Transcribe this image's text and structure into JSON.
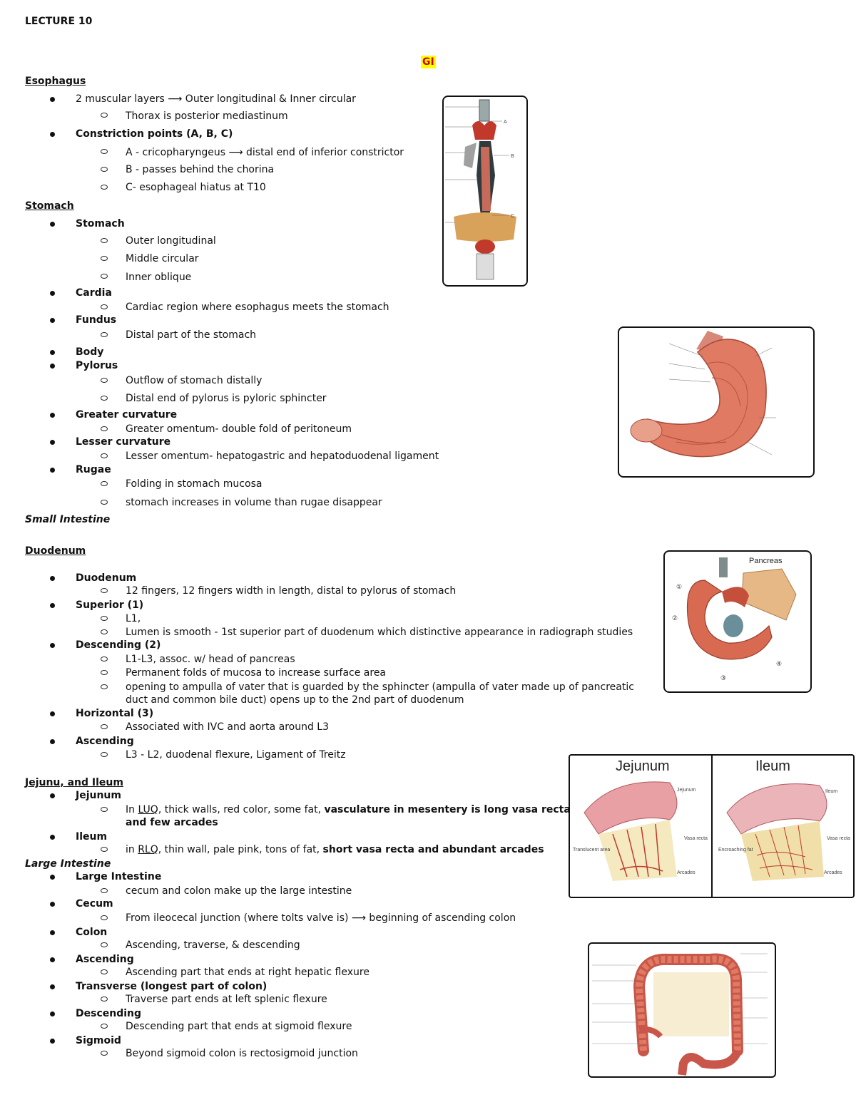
{
  "header": {
    "lecture": "LECTURE 10",
    "topic": "GI"
  },
  "sections": {
    "esophagus": {
      "title": "Esophagus",
      "b1": "2 muscular layers ⟶ Outer longitudinal & Inner circular",
      "b1s1": "Thorax is posterior mediastinum",
      "b2": "Constriction points (A, B, C)",
      "b2s1": "A - cricopharyngeus ⟶ distal end of inferior constrictor",
      "b2s2": "B - passes behind the chorina",
      "b2s3": "C- esophageal hiatus at T10"
    },
    "stomach": {
      "title": "Stomach",
      "stomach": "Stomach",
      "s1": "Outer longitudinal",
      "s2": "Middle circular",
      "s3": "Inner oblique",
      "cardia": "Cardia",
      "cardia1": "Cardiac region where esophagus meets the stomach",
      "fundus": "Fundus",
      "fundus1": "Distal part of the stomach",
      "body": "Body",
      "pylorus": "Pylorus",
      "pylorus1": "Outflow of stomach distally",
      "pylorus2": "Distal end of pylorus is pyloric sphincter",
      "greater": "Greater curvature",
      "greater1": "Greater omentum- double fold of peritoneum",
      "lesser": "Lesser curvature",
      "lesser1": "Lesser omentum- hepatogastric and hepatoduodenal ligament",
      "rugae": "Rugae",
      "rugae1": "Folding in stomach mucosa",
      "rugae2": "stomach increases in volume than rugae disappear"
    },
    "small_intestine": {
      "title": "Small Intestine"
    },
    "duodenum": {
      "title": "Duodenum",
      "duodenum": "Duodenum",
      "duodenum1": "12 fingers, 12 fingers width in length, distal to pylorus of stomach",
      "superior": "Superior (1)",
      "superior1": "L1,",
      "superior2": "Lumen is smooth - 1st superior part of duodenum which distinctive appearance in radiograph studies",
      "descending": "Descending (2)",
      "descending1": " L1-L3, assoc. w/  head of pancreas",
      "descending2": "Permanent folds of mucosa to increase surface area",
      "descending3a": "opening to ampulla of vater that is guarded by the sphincter (ampulla of vater made up of pancreatic",
      "descending3b": "duct and common bile duct) opens up to the 2nd part of duodenum",
      "horizontal": "Horizontal (3)",
      "horizontal1": "Associated with IVC and aorta around L3",
      "ascending": "Ascending",
      "ascending1": "L3 - L2, duodenal flexure, Ligament of Treitz"
    },
    "jejunum_ileum": {
      "title": "Jejunu, and Ileum",
      "jejunum": "Jejunum",
      "jej_pre": "In ",
      "jej_luq": "LUQ",
      "jej_mid": ", thick walls, red color, some fat, ",
      "jej_bold": "vasculature in mesentery is long vasa recta",
      "jej_bold2": "and few arcades",
      "ileum": "Ileum",
      "ile_pre": "in ",
      "ile_rlq": "RLQ",
      "ile_mid": ", thin wall, pale pink, tons of fat, ",
      "ile_bold": "short vasa recta and abundant arcades"
    },
    "large_intestine": {
      "title": "Large Intestine",
      "large": "Large Intestine",
      "large1": "cecum and colon make up the large intestine",
      "cecum": "Cecum",
      "cecum1": "From ileocecal junction (where tolts valve is) ⟶ beginning of ascending colon",
      "colon": "Colon",
      "colon1": "Ascending, traverse, & descending",
      "ascending": "Ascending",
      "ascending1": "Ascending part that ends at right hepatic flexure",
      "transverse": "Transverse (longest part of colon)",
      "transverse1": "Traverse part ends at left splenic flexure",
      "descending": "Descending",
      "descending1": "Descending part that ends at sigmoid flexure",
      "sigmoid": "Sigmoid",
      "sigmoid1": "Beyond sigmoid colon is rectosigmoid junction"
    }
  },
  "figures": {
    "esophagus_labels": [
      "A",
      "B",
      "C"
    ],
    "pancreas_label": "Pancreas",
    "duodenum_markers": [
      "①",
      "②",
      "③",
      "④"
    ],
    "jejunum_caption": "Jejunum",
    "ileum_caption": "Ileum",
    "jej_fig_labels": [
      "Jejunum",
      "Vasa recta",
      "Translucent area",
      "Arcades"
    ],
    "ile_fig_labels": [
      "Ileum",
      "Vasa recta",
      "Encroaching fat",
      "Arcades"
    ]
  }
}
